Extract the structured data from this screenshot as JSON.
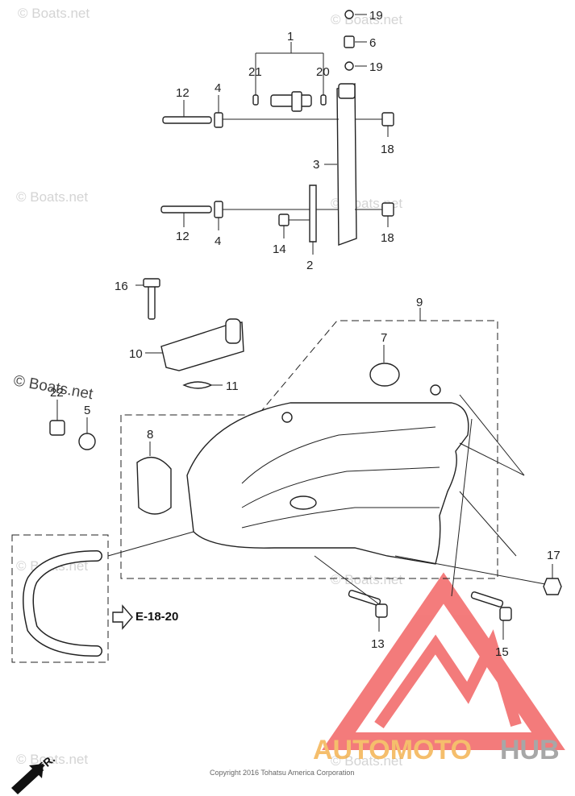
{
  "diagram": {
    "callouts": [
      "1",
      "2",
      "3",
      "4",
      "4",
      "5",
      "6",
      "7",
      "8",
      "9",
      "10",
      "11",
      "12",
      "12",
      "13",
      "14",
      "15",
      "16",
      "17",
      "18",
      "18",
      "19",
      "19",
      "20",
      "21",
      "22"
    ],
    "reference": "E-18-20",
    "front_marker": "FR.",
    "copyright": "Copyright 2016 Tohatsu America Corporation"
  },
  "watermarks": {
    "site": "© Boats.net",
    "logo_part1": "AUTOMOTO",
    "logo_part2": "HUB"
  },
  "colors": {
    "logo_red": "#f05050",
    "logo_orange": "#f2a93b",
    "logo_gray": "#8a8a8a",
    "line": "#222222"
  }
}
